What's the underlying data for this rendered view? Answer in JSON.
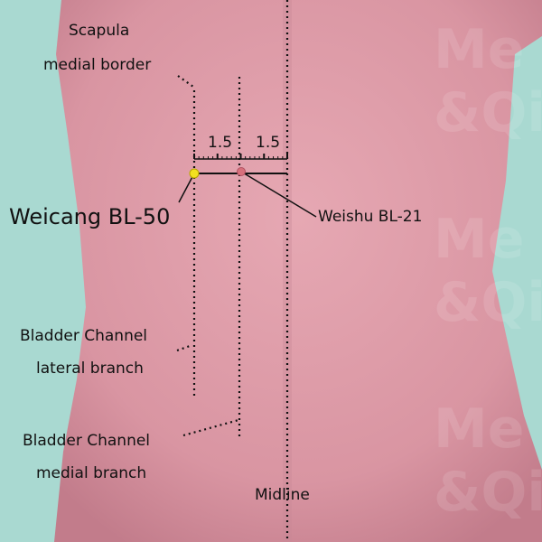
{
  "labels": {
    "scapula_line1": "Scapula",
    "scapula_line2": "medial border",
    "distance_left": "1.5",
    "distance_right": "1.5",
    "main_point": "Weicang BL-50",
    "reference_point": "Weishu BL-21",
    "lateral_line1": "Bladder Channel",
    "lateral_line2": "lateral branch",
    "medial_line1": "Bladder Channel",
    "medial_line2": "medial branch",
    "midline": "Midline"
  },
  "logo": {
    "watermark": "Me&Qi"
  },
  "colors": {
    "background": "#a9d9d1",
    "skin": "#dc9aa6",
    "main_point": "#f2e020",
    "reference_point": "#d8707c"
  }
}
